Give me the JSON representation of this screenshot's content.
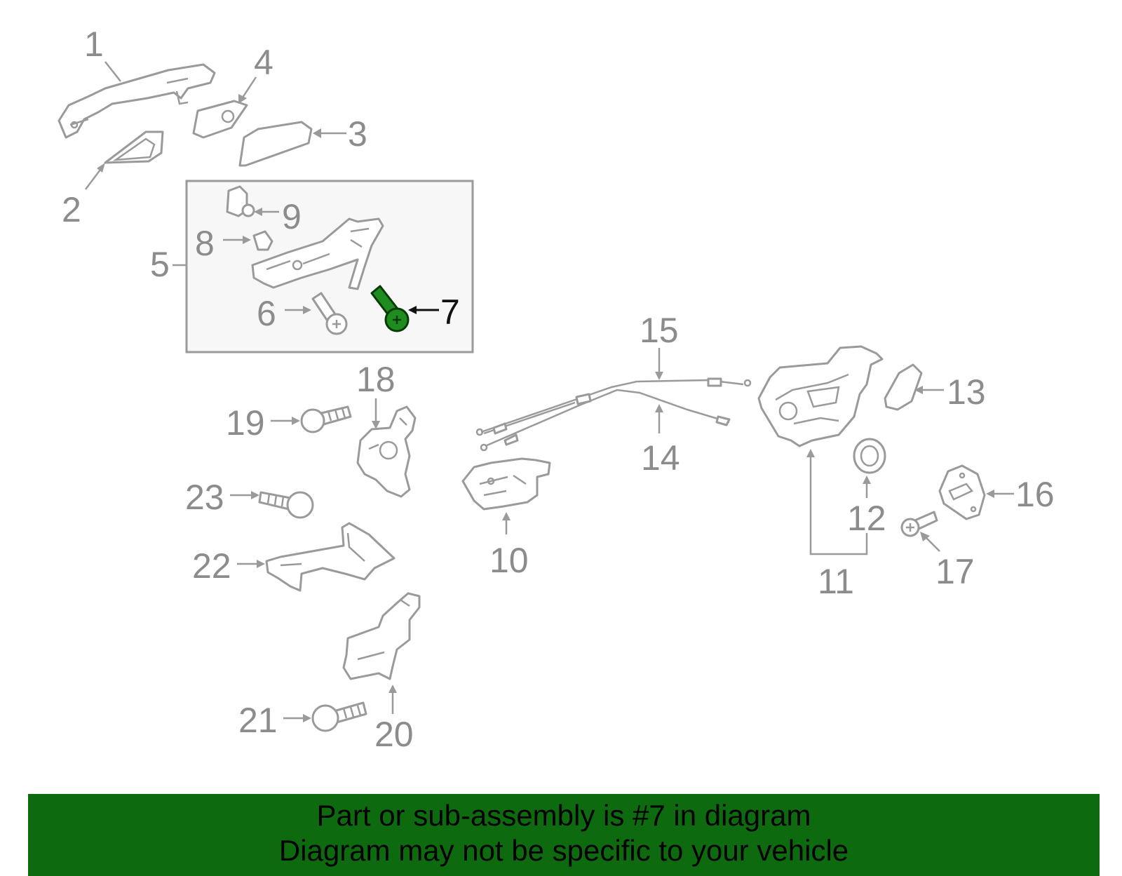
{
  "callouts": [
    "1",
    "2",
    "3",
    "4",
    "5",
    "6",
    "7",
    "8",
    "9",
    "10",
    "11",
    "12",
    "13",
    "14",
    "15",
    "16",
    "17",
    "18",
    "19",
    "20",
    "21",
    "22",
    "23"
  ],
  "highlighted_part": "7",
  "colors": {
    "highlight": "#1e8c1e",
    "banner": "#0e6a0e",
    "line_gray": "#9a9a9a"
  },
  "banner": {
    "line1": "Part or sub-assembly is #7 in diagram",
    "line2": "Diagram may not be specific to your vehicle"
  }
}
